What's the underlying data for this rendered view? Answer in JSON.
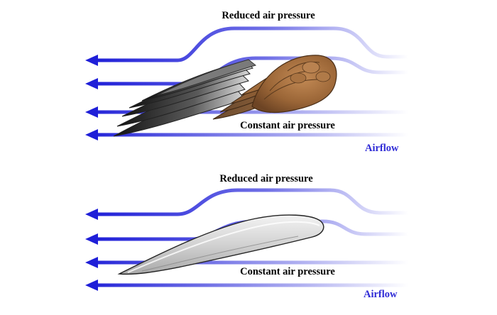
{
  "panels": [
    {
      "subject": "bird-wing",
      "top_label": "Reduced air pressure",
      "bottom_label": "Constant air pressure",
      "flow_label": "Airflow"
    },
    {
      "subject": "airplane-wing",
      "top_label": "Reduced air pressure",
      "bottom_label": "Constant air pressure",
      "flow_label": "Airflow"
    }
  ],
  "colors": {
    "arrow_strong": "#1f1fd8",
    "arrow_fade": "#ffffff",
    "label": "#000000",
    "airflow_label": "#2f2bd6"
  }
}
